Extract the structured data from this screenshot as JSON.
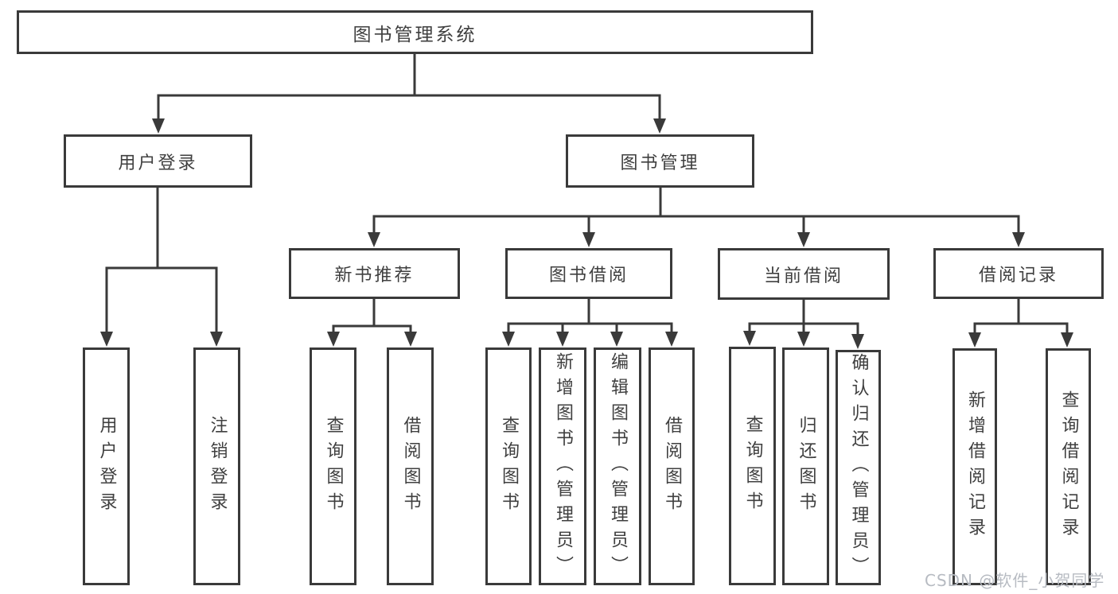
{
  "diagram": {
    "root": {
      "label": "图书管理系统"
    },
    "branches": [
      {
        "label": "用户登录",
        "children": [
          "用户登录",
          "注销登录"
        ]
      },
      {
        "label": "图书管理",
        "children": [
          {
            "label": "新书推荐",
            "children": [
              "查询图书",
              "借阅图书"
            ]
          },
          {
            "label": "图书借阅",
            "children": [
              "查询图书",
              "新增图书（管理员）",
              "编辑图书（管理员）",
              "借阅图书"
            ]
          },
          {
            "label": "当前借阅",
            "children": [
              "查询图书",
              "归还图书",
              "确认归还（管理员）"
            ]
          },
          {
            "label": "借阅记录",
            "children": [
              "新增借阅记录",
              "查询借阅记录"
            ]
          }
        ]
      }
    ],
    "colors": {
      "line": "#3a3a3a",
      "text": "#3f3f3f",
      "watermark": "#b7bbc2"
    },
    "watermark": "CSDN @软件_小贺同学"
  }
}
